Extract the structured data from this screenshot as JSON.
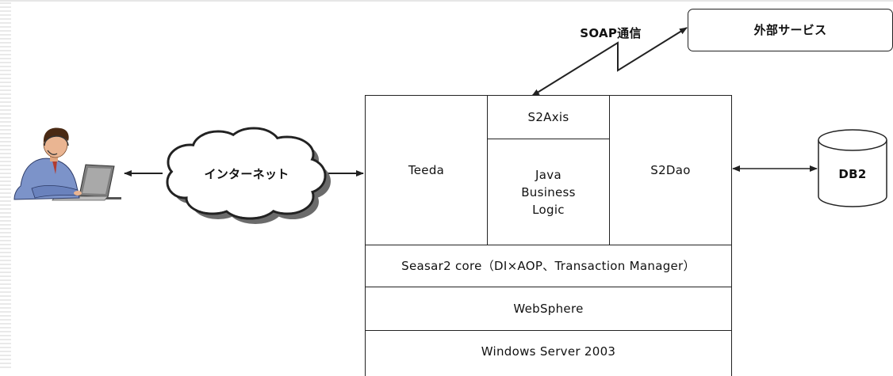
{
  "external_service": {
    "label": "外部サービス"
  },
  "soap": {
    "label": "SOAP通信"
  },
  "internet": {
    "label": "インターネット"
  },
  "db": {
    "label": "DB2"
  },
  "stack": {
    "teeda": "Teeda",
    "s2axis": "S2Axis",
    "business_logic": [
      "Java",
      "Business",
      "Logic"
    ],
    "s2dao": "S2Dao",
    "core": "Seasar2 core（DI×AOP、Transaction Manager）",
    "websphere": "WebSphere",
    "os": "Windows Server 2003"
  },
  "colors": {
    "line": "#222222",
    "cloud_shadow": "#6b6b6b"
  },
  "icons": {
    "user": "person-at-laptop-icon",
    "database": "database-cylinder-icon",
    "network": "cloud-icon"
  }
}
